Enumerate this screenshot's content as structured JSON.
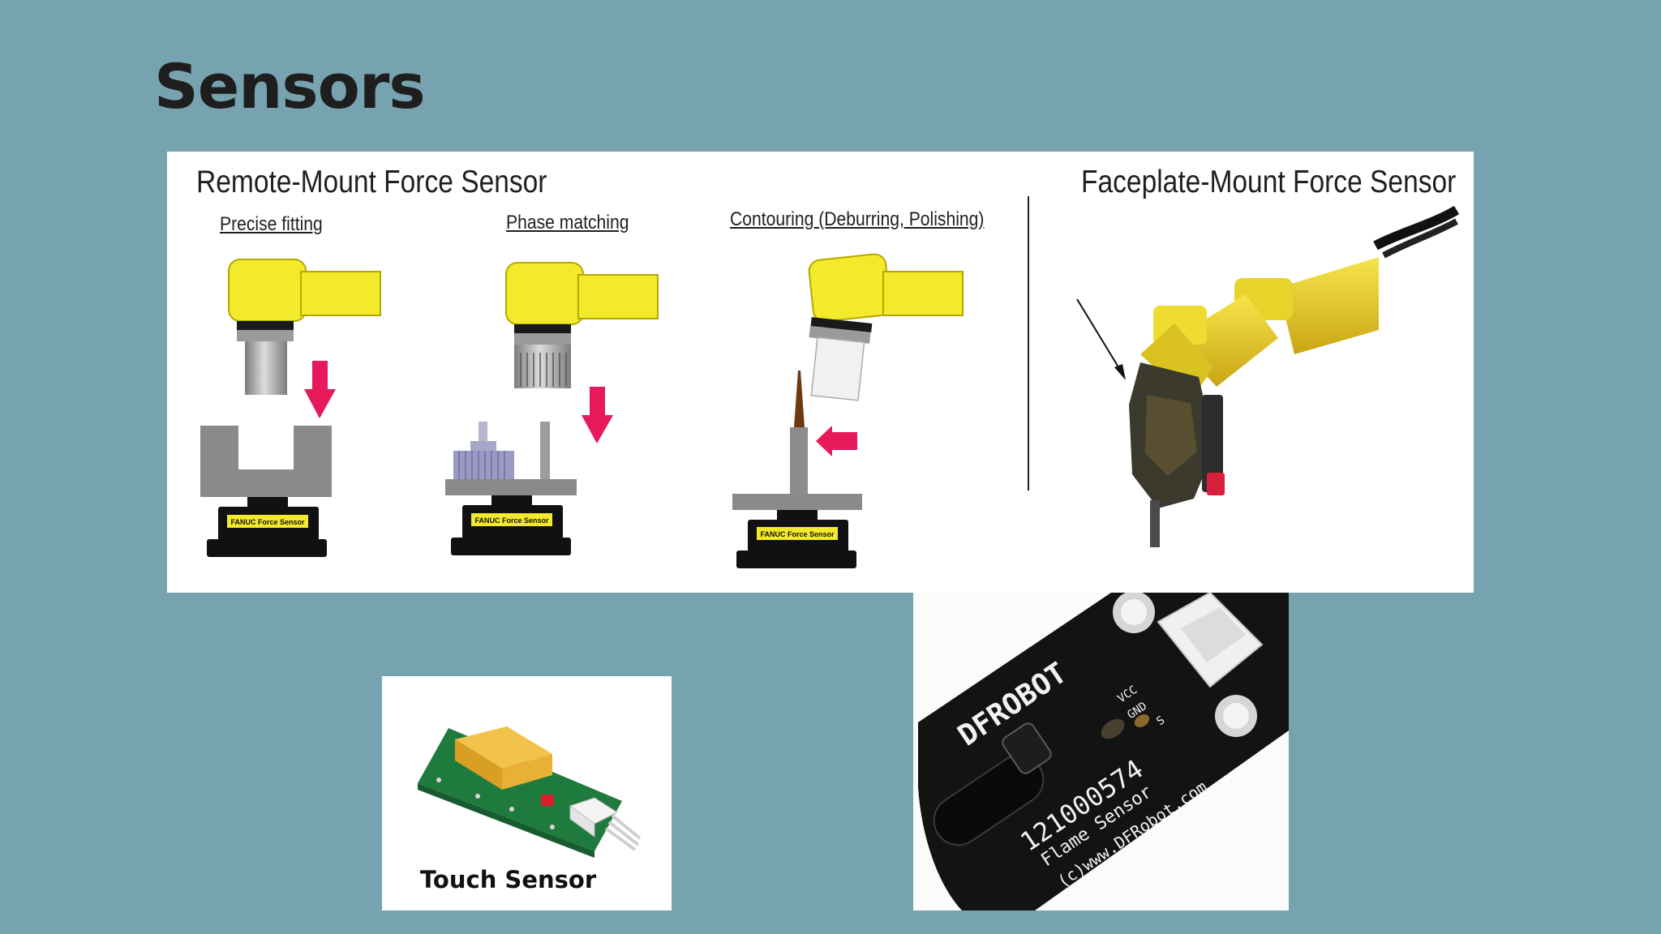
{
  "slide": {
    "title": "Sensors",
    "background_color": "#77a3b0"
  },
  "force_sensor_figure": {
    "remote_heading": "Remote-Mount Force Sensor",
    "faceplate_heading": "Faceplate-Mount Force Sensor",
    "applications": [
      {
        "label": "Precise fitting"
      },
      {
        "label": "Phase matching"
      },
      {
        "label": "Contouring (Deburring, Polishing)"
      }
    ],
    "sensor_block_label": "FANUC Force Sensor",
    "colors": {
      "robot_yellow": "#f2ea2a",
      "arrow_pink": "#e6195a",
      "gray": "#8a8a8a"
    }
  },
  "touch_sensor_photo": {
    "label": "Touch Sensor"
  },
  "flame_sensor_photo": {
    "brand": "DFROBOT",
    "serial": "121000574",
    "name": "Flame Sensor",
    "website": "(c)www.DFRobot.com",
    "pins": [
      "VCC",
      "GND",
      "S"
    ]
  }
}
